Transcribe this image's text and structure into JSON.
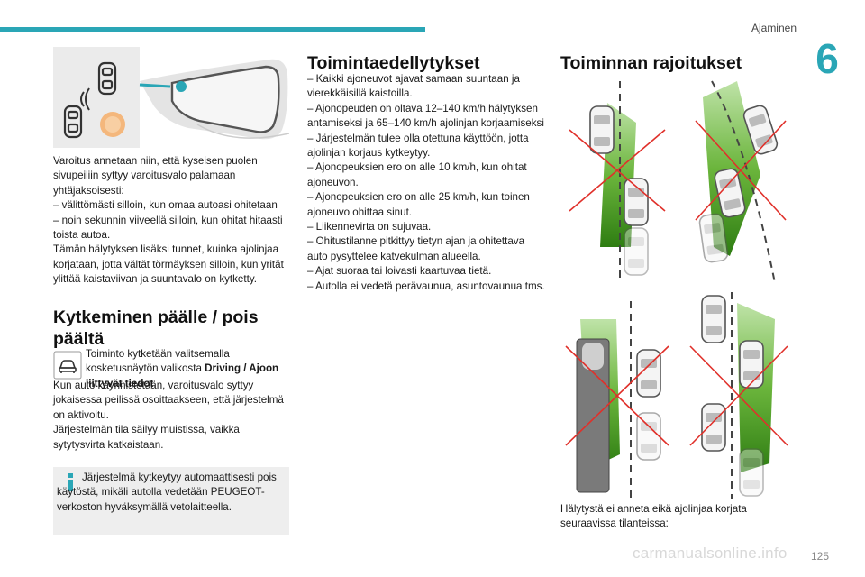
{
  "header": {
    "section": "Ajaminen",
    "chapter": "6"
  },
  "left": {
    "warning_text": "Varoitus annetaan niin, että kyseisen puolen sivupeiliin syttyy varoitusvalo palamaan yhtäjaksoisesti:\n– välittömästi silloin, kun omaa autoasi ohitetaan\n– noin sekunnin viiveellä silloin, kun ohitat hitaasti toista autoa.\nTämän hälytyksen lisäksi tunnet, kuinka ajolinjaa korjataan, jotta vältät törmäyksen silloin, kun yrität ylittää kaistaviivan ja suuntavalo on kytketty.",
    "heading": "Kytkeminen päälle / pois päältä",
    "icon_text_prefix": "Toiminto kytketään valitsemalla kosketusnäytön valikosta ",
    "icon_text_bold": "Driving / Ajoon liittyvät tiedot",
    "icon_text_suffix": ".",
    "body2": "Kun auto käynnistetään, varoitusvalo syttyy jokaisessa peilissä osoittaakseen, että järjestelmä on aktivoitu.\nJärjestelmän tila säilyy muistissa, vaikka sytytysvirta katkaistaan.",
    "note": "Järjestelmä kytkeytyy automaattisesti pois käytöstä, mikäli autolla vedetään PEUGEOT-verkoston hyväksymällä vetolaitteella."
  },
  "middle": {
    "heading": "Toimintaedellytykset",
    "body": "– Kaikki ajoneuvot ajavat samaan suuntaan ja vierekkäisillä kaistoilla.\n– Ajonopeuden on oltava 12–140 km/h hälytyksen antamiseksi ja 65–140 km/h ajolinjan korjaamiseksi\n– Järjestelmän tulee olla otettuna käyttöön, jotta ajolinjan korjaus kytkeytyy.\n– Ajonopeuksien ero on alle 10 km/h, kun ohitat ajoneuvon.\n– Ajonopeuksien ero on alle 25 km/h, kun toinen ajoneuvo ohittaa sinut.\n– Liikennevirta on sujuvaa.\n– Ohitustilanne pitkittyy tietyn ajan ja ohitettava auto pysyttelee katvekulman alueella.\n– Ajat suoraa tai loivasti kaartuvaa tietä.\n– Autolla ei vedetä perävaunua, asuntovaunua tms."
  },
  "right": {
    "heading": "Toiminnan rajoitukset",
    "body": "Hälytystä ei anneta eikä ajolinjaa korjata seuraavissa tilanteissa:"
  },
  "page_number": "125",
  "watermark": "carmanualsonline.info",
  "colors": {
    "accent": "#2aa6b6",
    "zone_green": "#3f9a1e",
    "cross_red": "#e0302a"
  }
}
